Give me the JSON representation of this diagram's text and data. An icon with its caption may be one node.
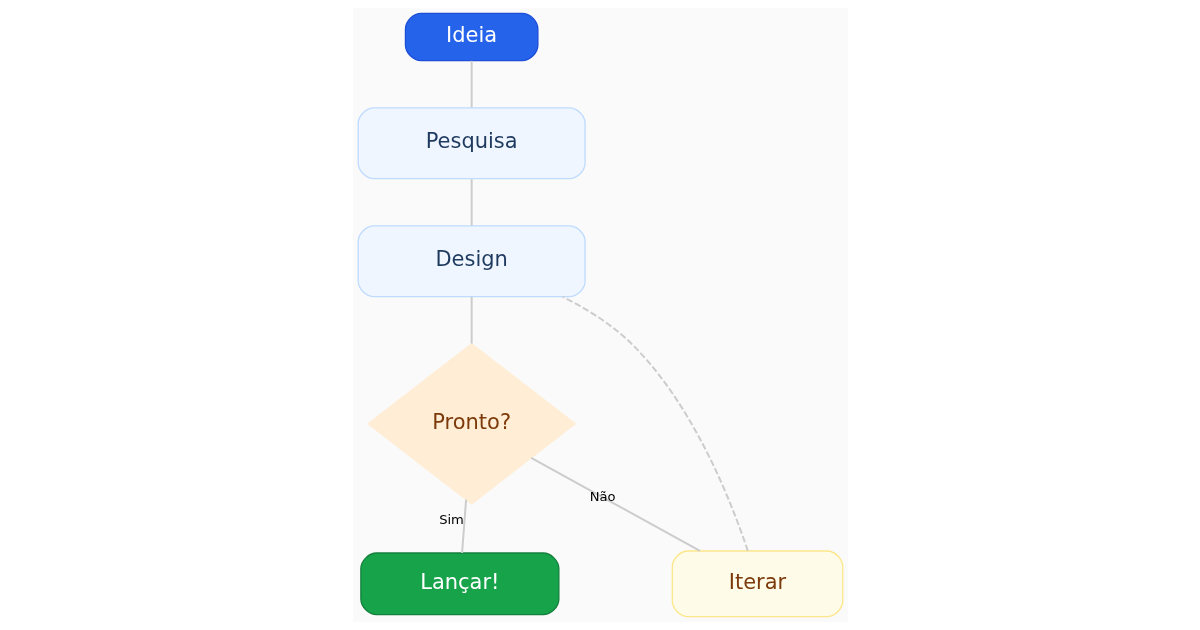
{
  "diagram": {
    "nodes": [
      {
        "text": [
          "Ideia"
        ]
      },
      {
        "text": [
          "Pesquisa"
        ]
      },
      {
        "text": [
          "Design"
        ]
      },
      {
        "text": [
          "Pronto?"
        ]
      },
      {
        "text": [
          "Lançar!"
        ]
      },
      {
        "text": [
          "Iterar"
        ]
      }
    ],
    "edges": [
      {
        "from": 0,
        "to": 1,
        "arrow": "none"
      },
      {
        "from": 1,
        "to": 2,
        "arrow": "none"
      },
      {
        "from": 2,
        "to": 3,
        "arrow": "none"
      },
      {
        "from": 3,
        "to": 4,
        "arrow": "none",
        "label": "Sim"
      },
      {
        "from": 3,
        "to": 5,
        "arrow": "none",
        "label": "Não"
      },
      {
        "from": 5,
        "to": 2,
        "arrow": "none",
        "style": "dashed"
      }
    ]
  }
}
